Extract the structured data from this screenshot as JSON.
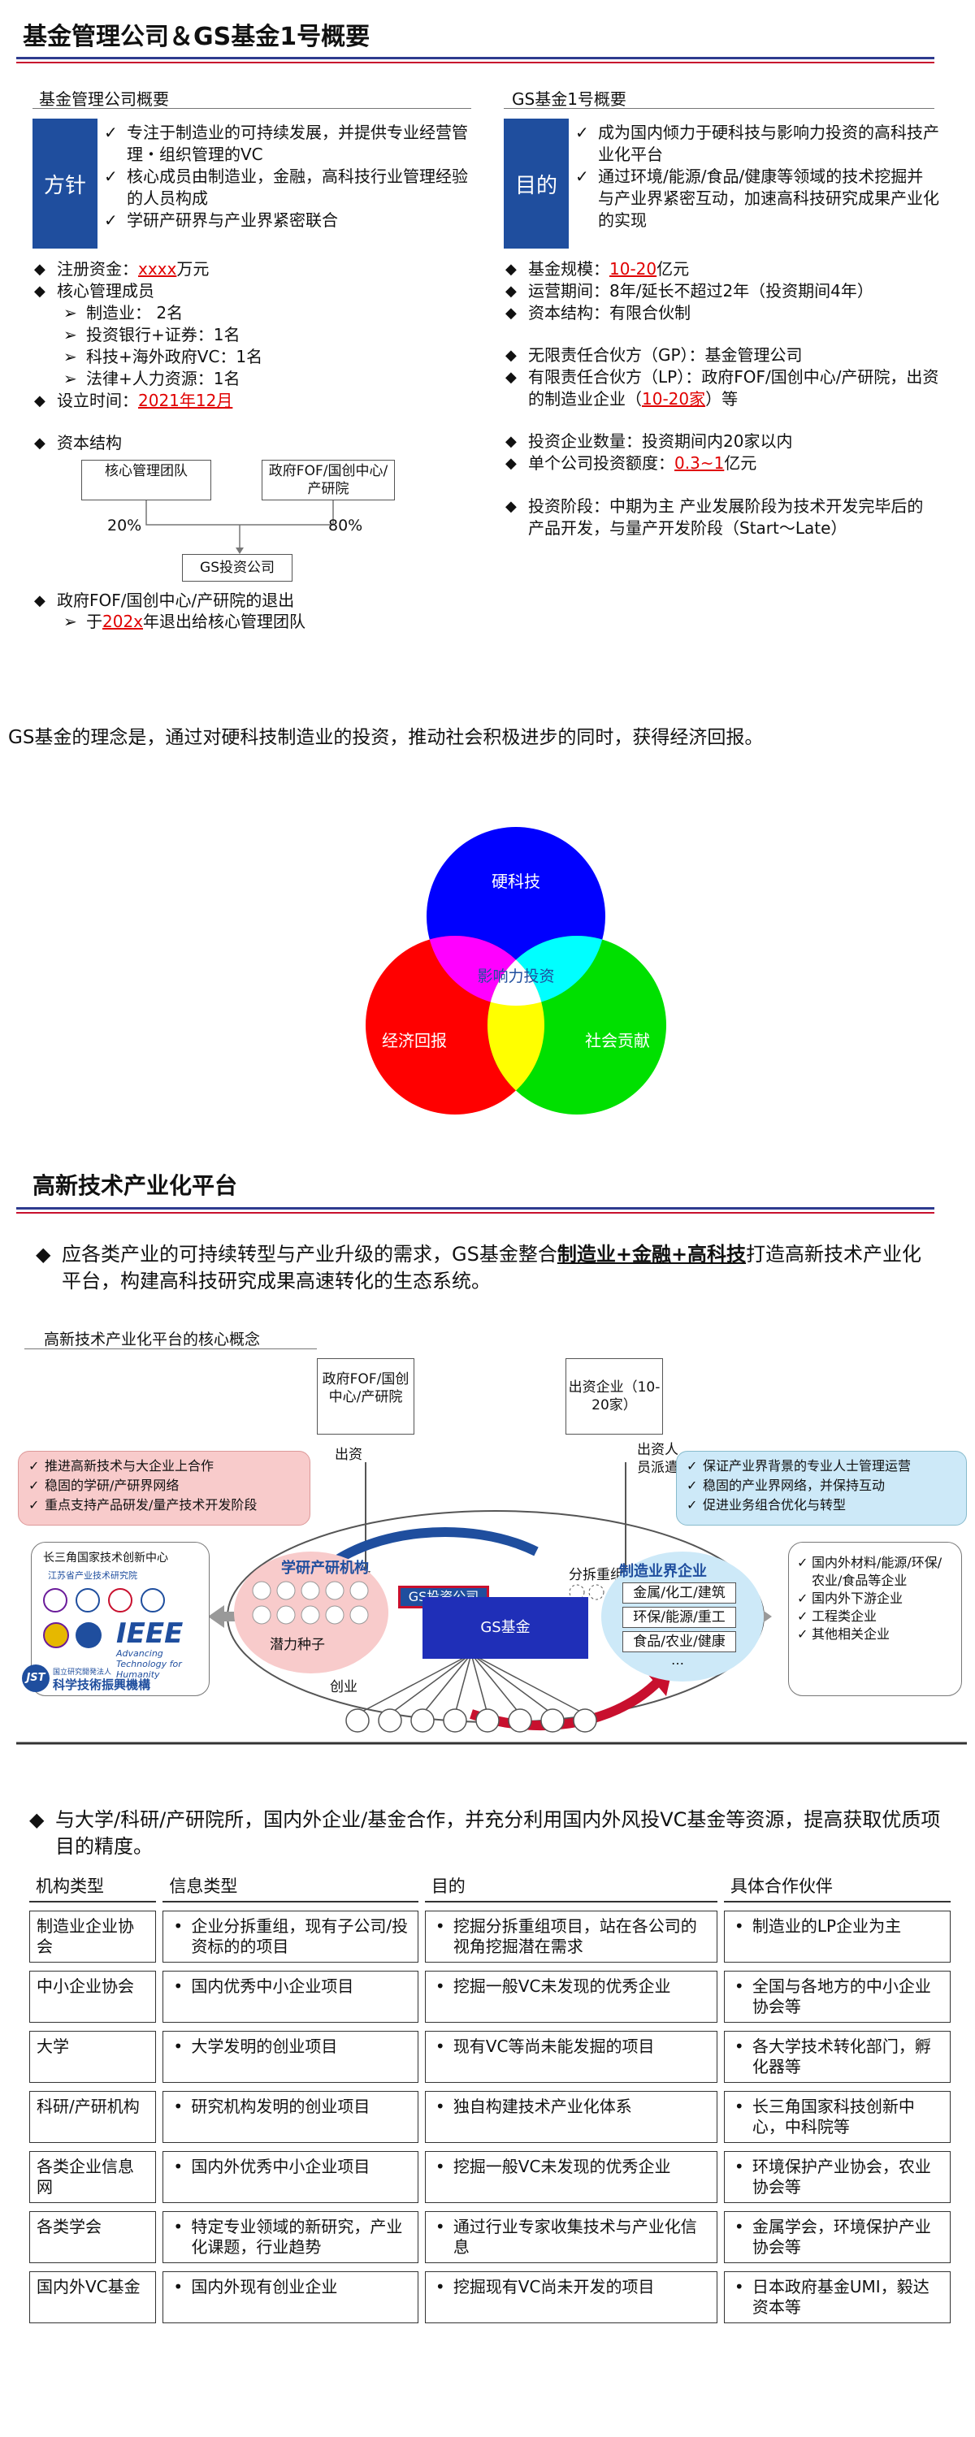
{
  "section1": {
    "title": "基金管理公司＆GS基金1号概要",
    "left_heading": "基金管理公司概要",
    "left_box": "方针",
    "left_checks": [
      "专注于制造业的可持续发展，并提供专业经营管理・组织管理的VC",
      "核心成员由制造业，金融，高科技行业管理经验的人员构成",
      "学研产研界与产业界紧密联合"
    ],
    "capital_label": "注册资金：",
    "capital_value": "xxxx",
    "capital_unit": "万元",
    "core_members": "核心管理成员",
    "members": [
      "制造业：  2名",
      "投资银行+证券：1名",
      "科技+海外政府VC：1名",
      "法律+人力资源：1名"
    ],
    "founded_label": "设立时间：",
    "founded_value": "2021年12月",
    "structure_label": "资本结构",
    "box_core": "核心管理团队",
    "box_gov": "政府FOF/国创中心/产研院",
    "pct_core": "20%",
    "pct_gov": "80%",
    "box_gs": "GS投资公司",
    "exit_label": "政府FOF/国创中心/产研院的退出",
    "exit_pre": "于",
    "exit_year": "202x",
    "exit_post": "年退出给核心管理团队",
    "right_heading": "GS基金1号概要",
    "right_box": "目的",
    "right_checks": [
      "成为国内倾力于硬科技与影响力投资的高科技产业化平台",
      "通过环境/能源/食品/健康等领域的技术挖掘并与产业界紧密互动，加速高科技研究成果产业化的实现"
    ],
    "scale_label": "基金规模：",
    "scale_value": "10-20",
    "scale_unit": "亿元",
    "period": "运营期间：8年/延长不超过2年（投资期间4年）",
    "structure": "资本结构：有限合伙制",
    "gp": "无限责任合伙方（GP）：基金管理公司",
    "lp_pre": "有限责任合伙方（LP）：政府FOF/国创中心/产研院，出资的制造业企业（",
    "lp_value": "10-20家",
    "lp_post": "）等",
    "count": "投资企业数量：投资期间内20家以内",
    "amount_label": "单个公司投资额度：",
    "amount_value": "0.3~1",
    "amount_unit": "亿元",
    "stage": "投资阶段：中期为主 产业发展阶段为技术开发完毕后的产品开发，与量产开发阶段（Start～Late）"
  },
  "philosophy": "GS基金的理念是，通过对硬科技制造业的投资，推动社会积极进步的同时，获得经济回报。",
  "venn": {
    "top": "硬科技",
    "left": "经济回报",
    "right": "社会贡献",
    "center": "影响力投资"
  },
  "section2": {
    "title": "高新技术产业化平台",
    "intro_pre": "应各类产业的可持续转型与产业升级的需求，GS基金整合",
    "intro_bold": "制造业+金融+高科技",
    "intro_post": "打造高新技术产业化平台，构建高科技研究成果高速转化的生态系统。",
    "diagram_heading": "高新技术产业化平台的核心概念",
    "gov_box": "政府FOF/国创中心/产研院",
    "gov_flow": "出资",
    "inv_box": "出资企业（10-20家）",
    "inv_flow": "出资人员派遣",
    "left_pink": [
      "推进高新技术与大企业上合作",
      "稳固的学研/产研界网络",
      "重点支持产品研发/量产技术开发阶段"
    ],
    "right_blue": [
      "保证产业界背景的专业人士管理运营",
      "稳固的产业界网络，并保持互动",
      "促进业务组合优化与转型"
    ],
    "academic_title": "学研产研机构",
    "seeds": "潜力种子",
    "venture": "创业",
    "gs_company": "GS投资公司",
    "gs_fund": "GS基金",
    "split": "分拆重组",
    "mfg_title": "制造业界企业",
    "mfg_items": [
      "金属/化工/建筑",
      "环保/能源/重工",
      "食品/农业/健康",
      "…"
    ],
    "partners_left": [
      "长三角国家技术创新中心",
      "江苏省产业技术研究院",
      "IEEE",
      "Advancing Technology for Humanity",
      "JST",
      "国立研究開発法人",
      "科学技術振興機構"
    ],
    "partners_right": [
      "国内外材料/能源/环保/农业/食品等企业",
      "国内外下游企业",
      "工程类企业",
      "其他相关企业"
    ]
  },
  "section3": {
    "intro": "与大学/科研/产研院所，国内外企业/基金合作，并充分利用国内外风投VC基金等资源，提高获取优质项目的精度。",
    "headers": [
      "机构类型",
      "信息类型",
      "目的",
      "具体合作伙伴"
    ],
    "rows": [
      [
        "制造业企业协会",
        "企业分拆重组，现有子公司/投资标的的项目",
        "挖掘分拆重组项目，站在各公司的视角挖掘潜在需求",
        "制造业的LP企业为主"
      ],
      [
        "中小企业协会",
        "国内优秀中小企业项目",
        "挖掘一般VC未发现的优秀企业",
        "全国与各地方的中小企业协会等"
      ],
      [
        "大学",
        "大学发明的创业项目",
        "现有VC等尚未能发掘的项目",
        "各大学技术转化部门，孵化器等"
      ],
      [
        "科研/产研机构",
        "研究机构发明的创业项目",
        "独自构建技术产业化体系",
        "长三角国家科技创新中心，中科院等"
      ],
      [
        "各类企业信息网",
        "国内外优秀中小企业项目",
        "挖掘一般VC未发现的优秀企业",
        "环境保护产业协会，农业协会等"
      ],
      [
        "各类学会",
        "特定专业领域的新研究，产业化课题，行业趋势",
        "通过行业专家收集技术与产业化信息",
        "金属学会，环境保护产业协会等"
      ],
      [
        "国内外VC基金",
        "国内外现有创业企业",
        "挖掘现有VC尚未开发的项目",
        "日本政府基金UMI，毅达资本等"
      ]
    ]
  }
}
